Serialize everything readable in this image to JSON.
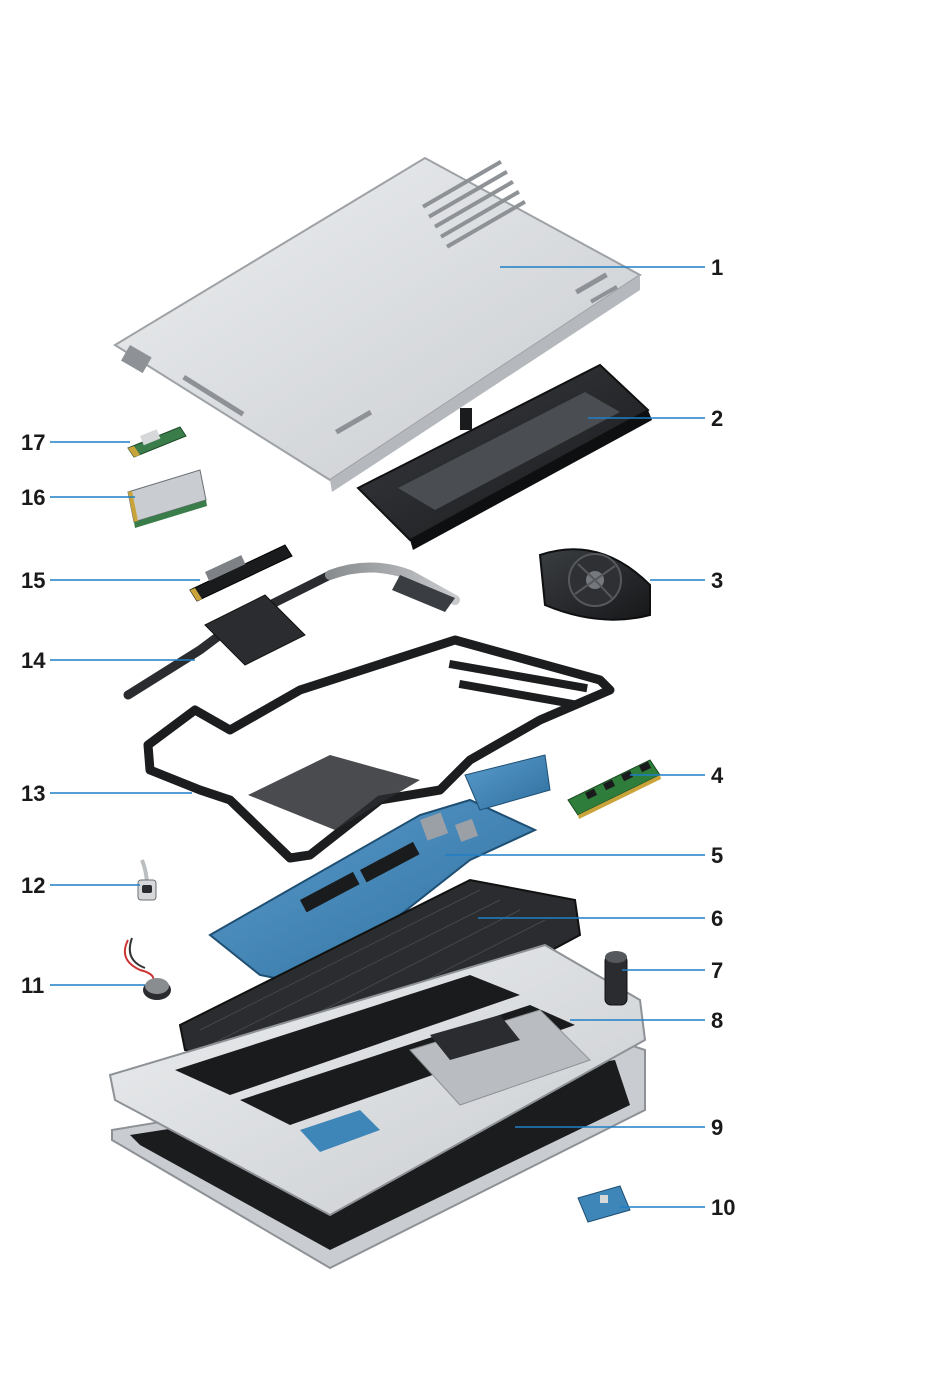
{
  "colors": {
    "leader_line": "#1f7fc6",
    "silver": "#d6d8da",
    "silver_dark": "#aeb2b6",
    "battery": "#2a2c2f",
    "pcb_blue": "#3f86b8",
    "pcb_green": "#2f7d3a",
    "frame": "#202224",
    "label_text": "#1a1a1a"
  },
  "callouts": [
    {
      "id": "1",
      "label": "1",
      "side": "right"
    },
    {
      "id": "2",
      "label": "2",
      "side": "right"
    },
    {
      "id": "3",
      "label": "3",
      "side": "right"
    },
    {
      "id": "4",
      "label": "4",
      "side": "right"
    },
    {
      "id": "5",
      "label": "5",
      "side": "right"
    },
    {
      "id": "6",
      "label": "6",
      "side": "right"
    },
    {
      "id": "7",
      "label": "7",
      "side": "right"
    },
    {
      "id": "8",
      "label": "8",
      "side": "right"
    },
    {
      "id": "9",
      "label": "9",
      "side": "right"
    },
    {
      "id": "10",
      "label": "10",
      "side": "right"
    },
    {
      "id": "11",
      "label": "11",
      "side": "left"
    },
    {
      "id": "12",
      "label": "12",
      "side": "left"
    },
    {
      "id": "13",
      "label": "13",
      "side": "left"
    },
    {
      "id": "14",
      "label": "14",
      "side": "left"
    },
    {
      "id": "15",
      "label": "15",
      "side": "left"
    },
    {
      "id": "16",
      "label": "16",
      "side": "left"
    },
    {
      "id": "17",
      "label": "17",
      "side": "left"
    }
  ]
}
